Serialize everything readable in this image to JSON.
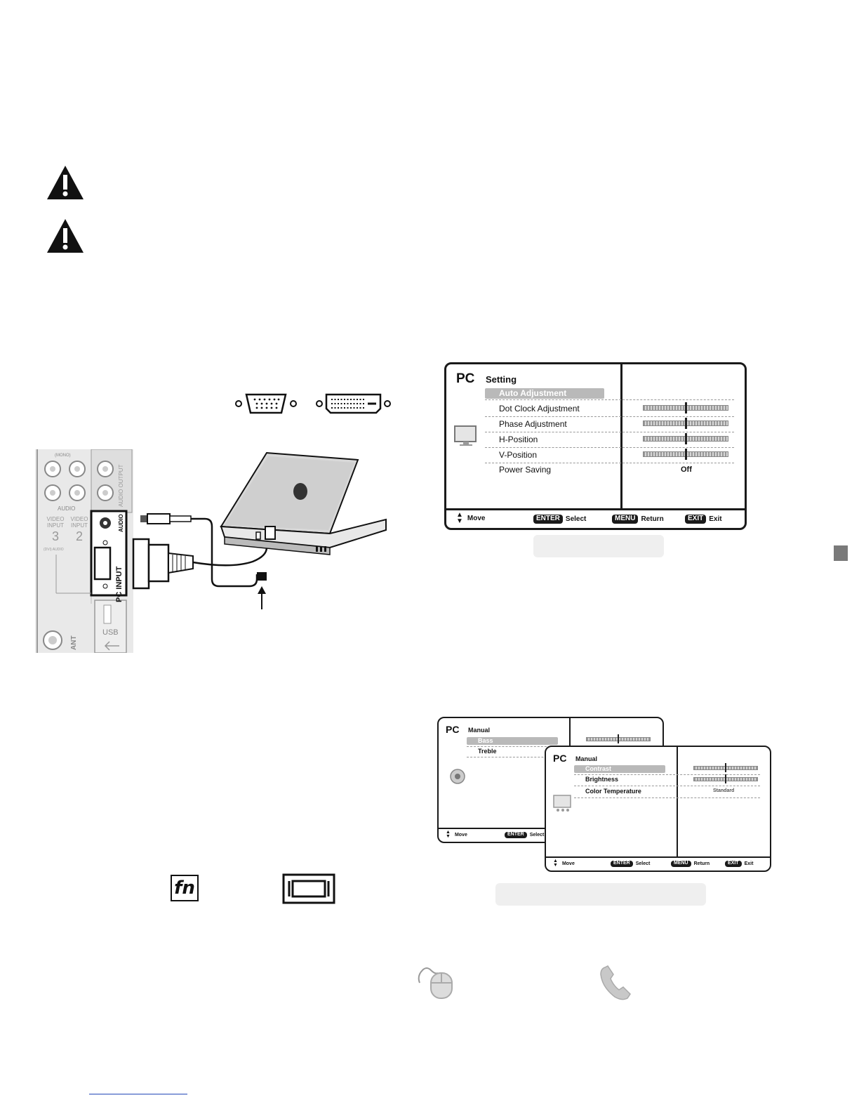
{
  "pc_setting_menu": {
    "brand": "PC",
    "title": "Setting",
    "items": [
      {
        "label": "Auto Adjustment",
        "selected": true
      },
      {
        "label": "Dot Clock Adjustment",
        "level": 0.5
      },
      {
        "label": "Phase Adjustment",
        "level": 0.5
      },
      {
        "label": "H-Position",
        "level": 0.5
      },
      {
        "label": "V-Position",
        "level": 0.5
      },
      {
        "label": "Power Saving",
        "value": "Off"
      }
    ],
    "footer": {
      "move": "Move",
      "enter_key": "ENTER",
      "enter_label": "Select",
      "menu_key": "MENU",
      "menu_label": "Return",
      "exit_key": "EXIT",
      "exit_label": "Exit"
    }
  },
  "sound_manual_menu": {
    "brand": "PC",
    "title": "Manual",
    "items": [
      {
        "label": "Bass",
        "selected": true,
        "level": 0.5
      },
      {
        "label": "Treble"
      }
    ],
    "footer": {
      "move": "Move",
      "enter_key": "ENTER",
      "enter_label": "Select"
    }
  },
  "picture_manual_menu": {
    "brand": "PC",
    "title": "Manual",
    "items": [
      {
        "label": "Contrast",
        "selected": true,
        "level": 0.5
      },
      {
        "label": "Brightness",
        "level": 0.5
      },
      {
        "label": "Color Temperature",
        "value": "Standard"
      }
    ],
    "footer": {
      "move": "Move",
      "enter_key": "ENTER",
      "enter_label": "Select",
      "menu_key": "MENU",
      "menu_label": "Return",
      "exit_key": "EXIT",
      "exit_label": "Exit"
    }
  },
  "connection_diagram": {
    "panel_labels": {
      "mono": "(MONO)",
      "audio": "AUDIO",
      "video_input_3": "VIDEO INPUT",
      "video_input_3_num": "3",
      "video_input_2": "VIDEO INPUT",
      "video_input_2_num": "2",
      "dvi_audio": "(DVI) AUDIO",
      "audio_output": "AUDIO OUTPUT",
      "audio_port": "AUDIO",
      "pc_input": "PC INPUT",
      "usb": "USB",
      "ant": "ANT"
    }
  },
  "keys": {
    "fn": "fn"
  }
}
